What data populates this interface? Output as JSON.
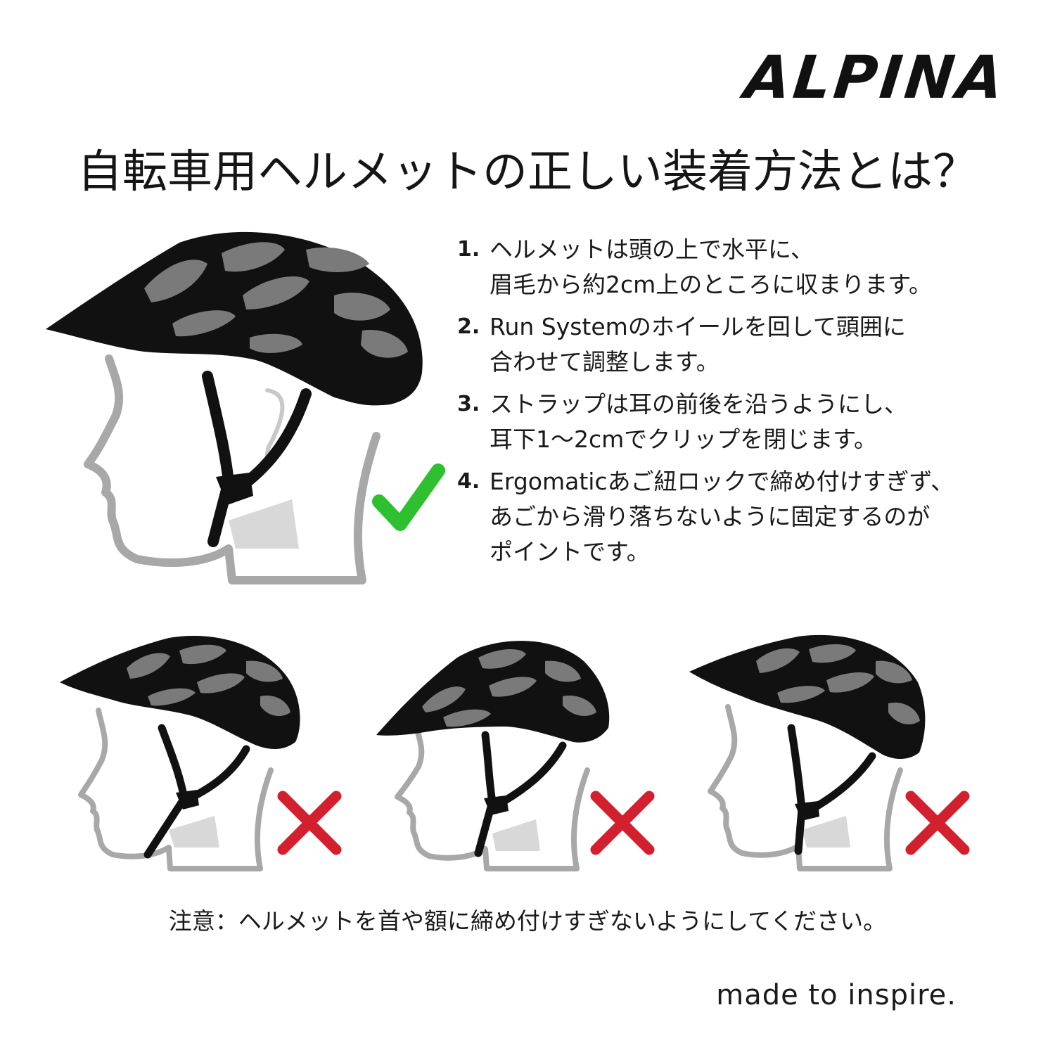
{
  "brand": {
    "logo_text": "ALPINA"
  },
  "title": "自転車用ヘルメットの正しい装着方法とは？",
  "steps": [
    {
      "num": "1.",
      "text": "ヘルメットは頭の上で水平に、\n眉毛から約2cm上のところに収まります。"
    },
    {
      "num": "2.",
      "text": "Run Systemのホイールを回して頭囲に\n合わせて調整します。"
    },
    {
      "num": "3.",
      "text": "ストラップは耳の前後を沿うようにし、\n耳下1～2cmでクリップを閉じます。"
    },
    {
      "num": "4.",
      "text": "Ergomaticあご紐ロックで締め付けすぎず、\nあごから滑り落ちないように固定するのが\nポイントです。"
    }
  ],
  "marks": {
    "correct": "check-icon",
    "incorrect": "cross-icon"
  },
  "colors": {
    "check": "#2ec02e",
    "cross": "#d3202f",
    "helmet": "#111111",
    "vent": "#7a7a7a",
    "outline": "#a8a8a8"
  },
  "note": "注意：ヘルメットを首や額に締め付けすぎないようにしてください。",
  "tagline": "made to inspire."
}
